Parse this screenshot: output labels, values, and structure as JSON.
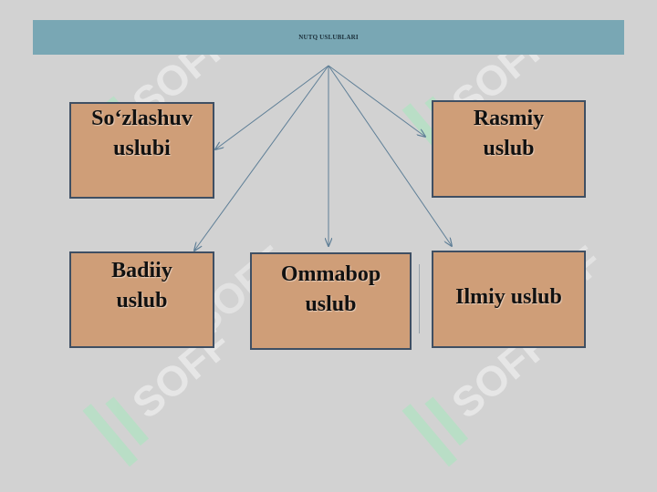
{
  "diagram": {
    "title": "NUTQ USLUBLARI",
    "nodes": [
      {
        "id": "b1",
        "label": "So‘zlashuv\nuslubi"
      },
      {
        "id": "b2",
        "label": "Rasmiy\nuslub"
      },
      {
        "id": "b3",
        "label": "Badiiy\nuslub"
      },
      {
        "id": "b4",
        "label": "Ommabop\nuslub"
      },
      {
        "id": "b5",
        "label": "Ilmiy uslub"
      }
    ],
    "edges": [
      {
        "from": "title",
        "to": "b1"
      },
      {
        "from": "title",
        "to": "b2"
      },
      {
        "from": "title",
        "to": "b3"
      },
      {
        "from": "title",
        "to": "b4"
      },
      {
        "from": "title",
        "to": "b5"
      }
    ]
  },
  "watermark": {
    "text": "SOFF"
  },
  "colors": {
    "background": "#d2d2d2",
    "title_bar": "#79a7b4",
    "box_fill": "#cf9e78",
    "box_border": "#3f4f63",
    "arrow": "#5f7f97",
    "watermark": "#a6e8bd"
  }
}
